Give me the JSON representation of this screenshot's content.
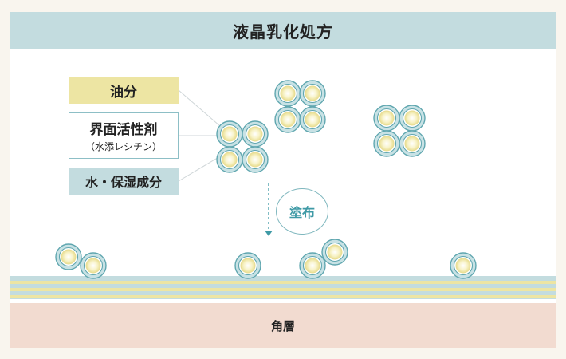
{
  "title": "液晶乳化処方",
  "legend": {
    "oil": "油分",
    "surfactant": "界面活性剤",
    "surfactant_note": "（水添レシチン）",
    "water": "水・保湿成分"
  },
  "apply_label": "塗布",
  "corneum_label": "角層",
  "colors": {
    "title_bar": "#c3dcdf",
    "oil": "#ede5a3",
    "surfactant_ring": "#76b4bc",
    "water": "#c3dcdf",
    "corneum": "#f2dbd0",
    "accent": "#3f9aa6"
  }
}
